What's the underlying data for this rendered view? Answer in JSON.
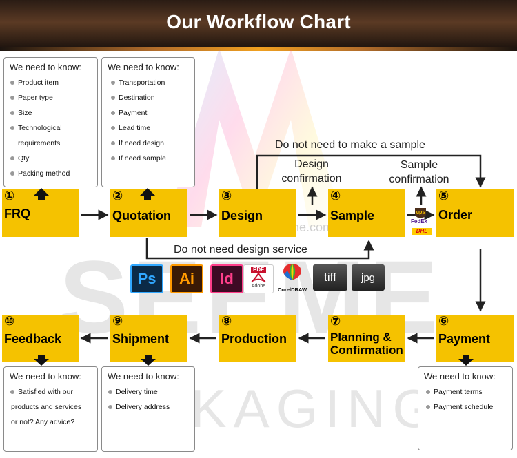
{
  "header": {
    "title": "Our Workflow Chart"
  },
  "watermark": {
    "brand": "SEEME",
    "sub": "PACKAGING",
    "site": "skseeme.com"
  },
  "info_boxes": {
    "frq": {
      "title": "We need to know:",
      "items": [
        "Product item",
        "Paper type",
        "Size",
        "Technological",
        "requirements",
        "Qty",
        "Packing method"
      ]
    },
    "quotation": {
      "title": "We need to know:",
      "items": [
        "Transportation",
        "Destination",
        "Payment",
        "Lead time",
        "If need design",
        "If need sample"
      ]
    },
    "feedback": {
      "title": "We need to know:",
      "items": [
        "Satisfied with our",
        "products and services",
        "or not? Any advice?"
      ]
    },
    "shipment": {
      "title": "We need to know:",
      "items": [
        "Delivery time",
        "Delivery address"
      ]
    },
    "payment": {
      "title": "We need to know:",
      "items": [
        "Payment terms",
        "Payment schedule"
      ]
    }
  },
  "steps": [
    {
      "num": "①",
      "label": "FRQ"
    },
    {
      "num": "②",
      "label": "Quotation"
    },
    {
      "num": "③",
      "label": "Design"
    },
    {
      "num": "④",
      "label": "Sample"
    },
    {
      "num": "⑤",
      "label": "Order"
    },
    {
      "num": "⑥",
      "label": "Payment"
    },
    {
      "num": "⑦",
      "label": "Planning &",
      "label2": "Confirmation"
    },
    {
      "num": "⑧",
      "label": "Production"
    },
    {
      "num": "⑨",
      "label": "Shipment"
    },
    {
      "num": "⑩",
      "label": "Feedback"
    }
  ],
  "flow_labels": {
    "skip_sample": "Do not need to make a sample",
    "design_conf_1": "Design",
    "design_conf_2": "confirmation",
    "sample_conf_1": "Sample",
    "sample_conf_2": "confirmation",
    "skip_design": "Do not need design service"
  },
  "software": [
    {
      "name": "ps-icon",
      "text": "Ps",
      "bg": "#0b2a46",
      "fg": "#31a8ff"
    },
    {
      "name": "ai-icon",
      "text": "Ai",
      "bg": "#3a1a05",
      "fg": "#ff9a00"
    },
    {
      "name": "id-icon",
      "text": "Id",
      "bg": "#3e0a24",
      "fg": "#ff3e8a"
    },
    {
      "name": "pdf-icon",
      "text": "PDF",
      "sub": "Adobe"
    },
    {
      "name": "coreldraw-icon",
      "text": "CorelDRAW"
    },
    {
      "name": "tiff-icon",
      "text": "tiff"
    },
    {
      "name": "jpg-icon",
      "text": "jpg"
    }
  ],
  "carriers": [
    "ups",
    "FedEx",
    "DHL"
  ],
  "colors": {
    "step_fill": "#f5c200",
    "arrow": "#222222"
  }
}
